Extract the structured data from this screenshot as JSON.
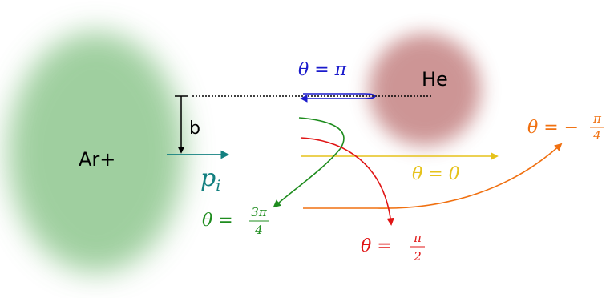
{
  "labels": {
    "ar": "Ar+",
    "he": "He",
    "b": "b",
    "p_main": "p",
    "p_sub": "i"
  },
  "angles": {
    "pi": {
      "lhs": "θ = ",
      "rhs": "π"
    },
    "zero": {
      "lhs": "θ = ",
      "rhs": "0"
    },
    "minus_quarter": {
      "lhs": "θ = −",
      "num": "π",
      "den": "4"
    },
    "three_quarter": {
      "lhs": "θ = ",
      "num": "3π",
      "den": "4"
    },
    "half": {
      "lhs": "θ = ",
      "num": "π",
      "den": "2"
    }
  },
  "colors": {
    "ar_cloud": "#8fc78f",
    "he_cloud": "#c88a8a",
    "pi": "#1a1acc",
    "zero": "#e6c21a",
    "minus_quarter": "#f07010",
    "three_quarter": "#1e8c1e",
    "half": "#e01515",
    "momentum": "#138080",
    "black": "#000000"
  }
}
